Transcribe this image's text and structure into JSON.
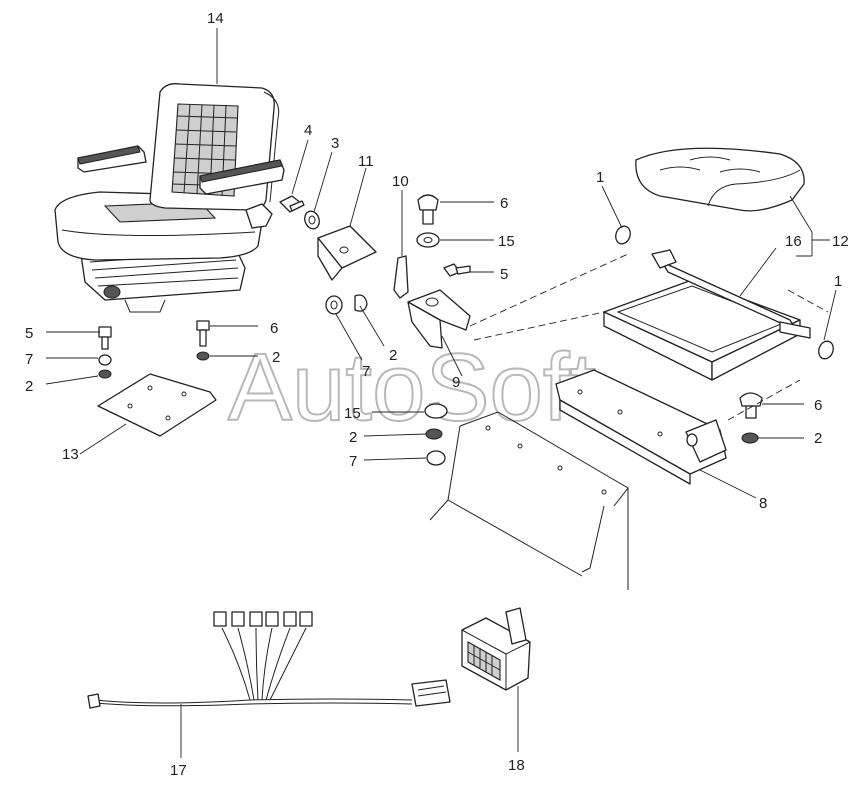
{
  "watermark": "AutoSoft",
  "callouts": {
    "c14": "14",
    "c4": "4",
    "c3": "3",
    "c11": "11",
    "c10": "10",
    "c6a": "6",
    "c15a": "15",
    "c5a": "5",
    "c1a": "1",
    "c16": "16",
    "c12": "12",
    "c1b": "1",
    "c5b": "5",
    "c6b": "6",
    "c7a": "7",
    "c2a": "2",
    "c2b": "2",
    "c13": "13",
    "c2c": "2",
    "c7b": "7",
    "c9": "9",
    "c15b": "15",
    "c2d": "2",
    "c7c": "7",
    "c6c": "6",
    "c2e": "2",
    "c8": "8",
    "c17": "17",
    "c18": "18"
  }
}
